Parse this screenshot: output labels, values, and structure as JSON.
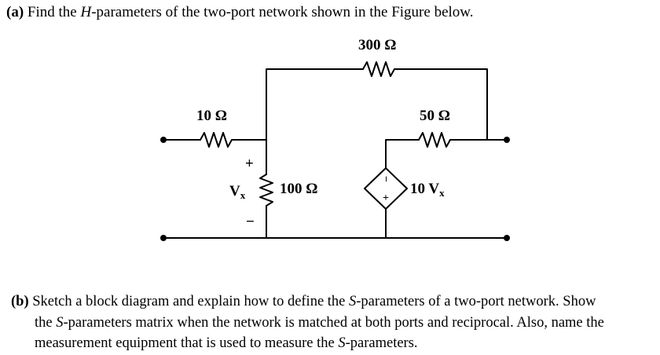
{
  "part_a": {
    "label": "(a)",
    "text_before": "Find the",
    "param": "H",
    "text_after": "-parameters of the two-port network shown in the Figure below."
  },
  "circuit": {
    "r_top": "300 Ω",
    "r_left": "10 Ω",
    "r_right": "50 Ω",
    "r_shunt": "100 Ω",
    "vx_main": "V",
    "vx_sub": "x",
    "plus": "+",
    "minus": "−",
    "source_plus": "+",
    "source_minus": "−",
    "dep_source_coeff": "10 V",
    "dep_source_sub": "x"
  },
  "part_b": {
    "label": "(b)",
    "line1_pre": "Sketch a block diagram and explain how to define the",
    "line1_param": "S",
    "line1_post": "-parameters of a two-port network. Show",
    "line2_pre": "the",
    "line2_param": "S",
    "line2_post": "-parameters matrix when the network is matched at both ports and reciprocal. Also, name the",
    "line3_pre": "measurement equipment that is used to measure the",
    "line3_param": "S",
    "line3_post": "-parameters."
  }
}
